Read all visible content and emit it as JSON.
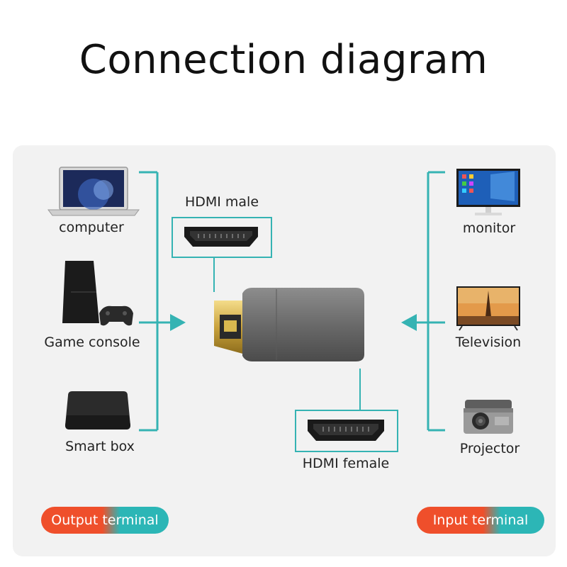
{
  "title": "Connection diagram",
  "outputs": [
    {
      "label": "computer",
      "icon": "laptop-icon"
    },
    {
      "label": "Game console",
      "icon": "game-console-icon"
    },
    {
      "label": "Smart box",
      "icon": "smart-box-icon"
    }
  ],
  "inputs": [
    {
      "label": "monitor",
      "icon": "monitor-icon"
    },
    {
      "label": "Television",
      "icon": "television-icon"
    },
    {
      "label": "Projector",
      "icon": "projector-icon"
    }
  ],
  "connectors": {
    "male_label": "HDMI male",
    "female_label": "HDMI female"
  },
  "terminals": {
    "output": "Output terminal",
    "input": "Input terminal"
  },
  "colors": {
    "accent_teal": "#35b3b3",
    "terminal_orange": "#ef4f2b",
    "panel_bg": "#f2f2f2"
  }
}
